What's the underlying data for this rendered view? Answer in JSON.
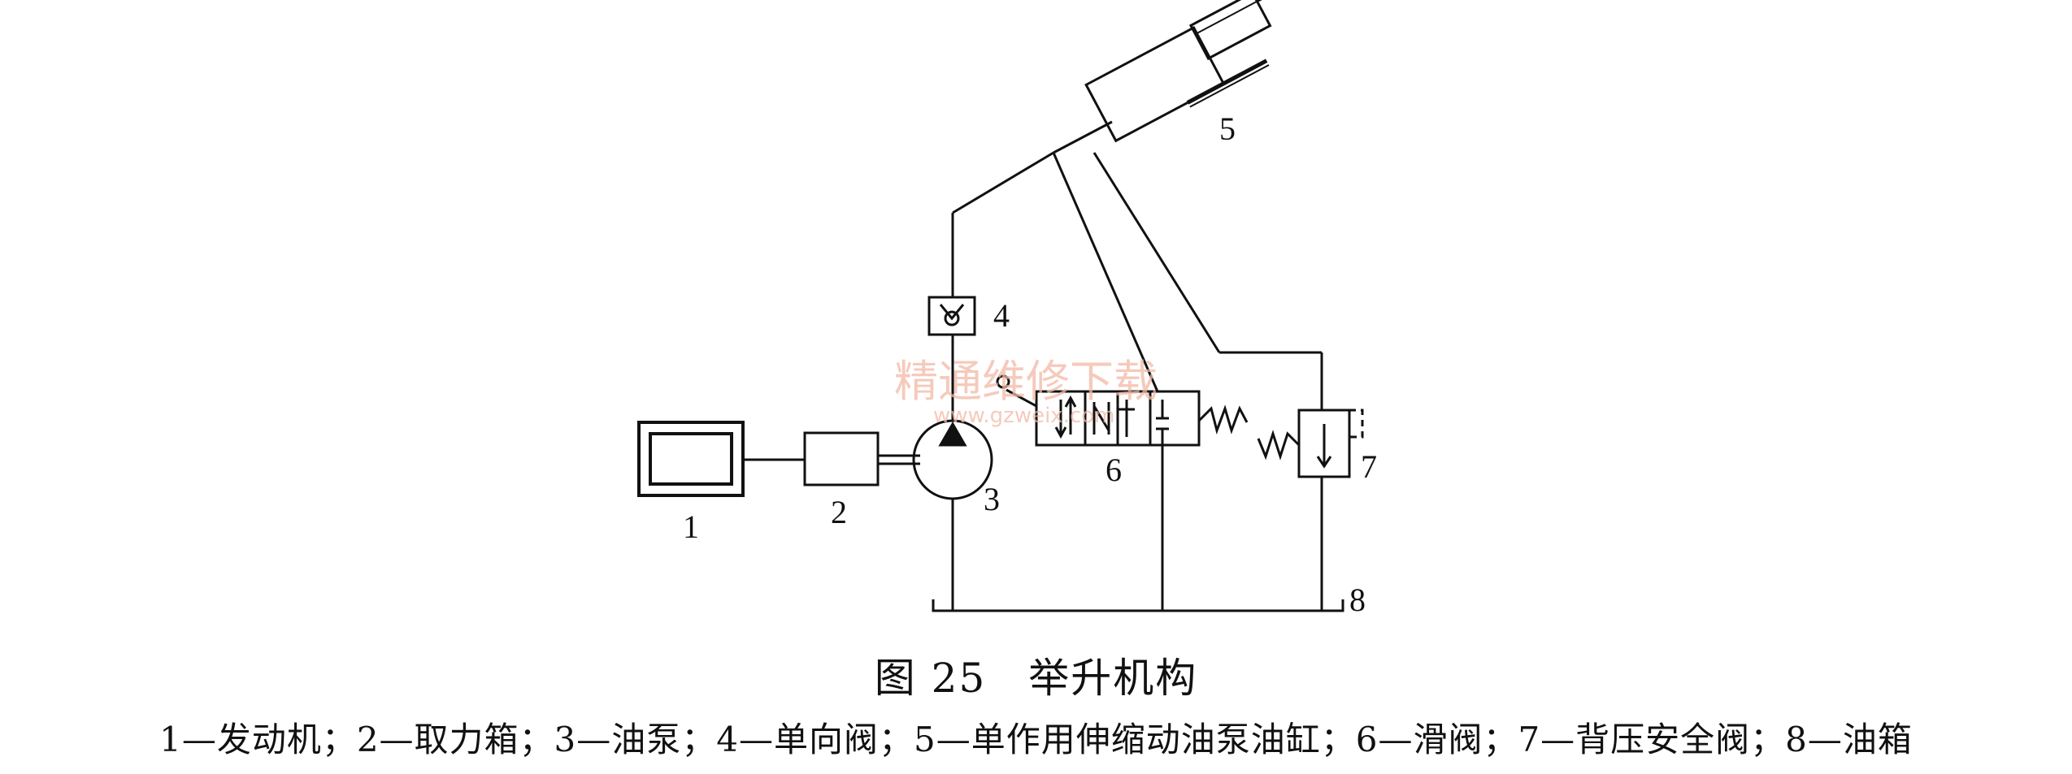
{
  "figure": {
    "caption": "图 25　举升机构",
    "legend": "1—发动机；2—取力箱；3—油泵；4—单向阀；5—单作用伸缩动油泵油缸；6—滑阀；7—背压安全阀；8—油箱"
  },
  "components": [
    {
      "id": "1",
      "label": "1"
    },
    {
      "id": "2",
      "label": "2"
    },
    {
      "id": "3",
      "label": "3"
    },
    {
      "id": "4",
      "label": "4"
    },
    {
      "id": "5",
      "label": "5"
    },
    {
      "id": "6",
      "label": "6"
    },
    {
      "id": "7",
      "label": "7"
    },
    {
      "id": "8",
      "label": "8"
    }
  ],
  "watermark": {
    "title": "精通维修下载",
    "url": "www.gzweix.com"
  }
}
